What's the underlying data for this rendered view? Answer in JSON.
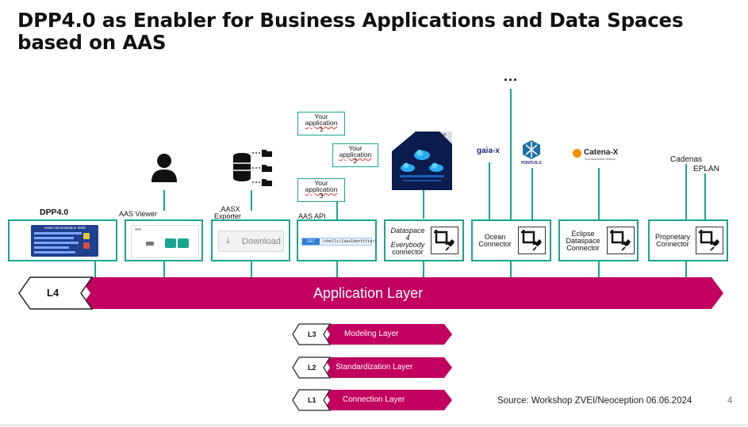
{
  "title": {
    "line1": "DPP4.0 as Enabler for Business Applications and Data Spaces",
    "line2": "based on AAS"
  },
  "colors": {
    "teal": "#19a68f",
    "magenta": "#c2005f",
    "dark": "#111111"
  },
  "top_ellipsis": "...",
  "components": {
    "dpp": {
      "label": "DPP4.0",
      "screen_title": "Asset Administration Shell"
    },
    "viewer": {
      "label": "AAS Viewer",
      "icon": "person-icon"
    },
    "exporter": {
      "label_line1": ".AASX",
      "label_line2": "Exporter",
      "button": "Download",
      "icon": "database-icon"
    },
    "api": {
      "label": "AAS API",
      "method": "GET",
      "path": "/shells/{aasIdentifier}",
      "apps": [
        {
          "line1": "Your",
          "line2": "application",
          "num": "1"
        },
        {
          "line1": "Your",
          "line2": "application",
          "num": "2"
        },
        {
          "line1": "Your",
          "line2": "application",
          "num": "3"
        }
      ]
    },
    "dataspace": {
      "lines": [
        "Dataspace",
        "4",
        "Everybody",
        "connector"
      ],
      "logo_text": "INDUSTRIE 4.0"
    },
    "ocean": {
      "lines": [
        "Ocean",
        "Connector"
      ],
      "logo1": "gaia-x",
      "logo2": "PONTUS-X"
    },
    "eclipse": {
      "lines": [
        "Eclipse",
        "Dataspace",
        "Connector"
      ],
      "logo": "Catena-X",
      "logo_sub": "Your Automotive Network"
    },
    "proprietary": {
      "lines": [
        "Proprietary",
        "Connector"
      ],
      "tag1": "Cadenas",
      "tag2": "EPLAN"
    }
  },
  "layers": {
    "L4": {
      "code": "L4",
      "label": "Application Layer"
    },
    "L3": {
      "code": "L3",
      "label": "Modeling Layer"
    },
    "L2": {
      "code": "L2",
      "label": "Standardization Layer"
    },
    "L1": {
      "code": "L1",
      "label": "Connection Layer"
    }
  },
  "footer": {
    "source": "Source: Workshop ZVEI/Neoception 06.06.2024",
    "page": "4"
  }
}
